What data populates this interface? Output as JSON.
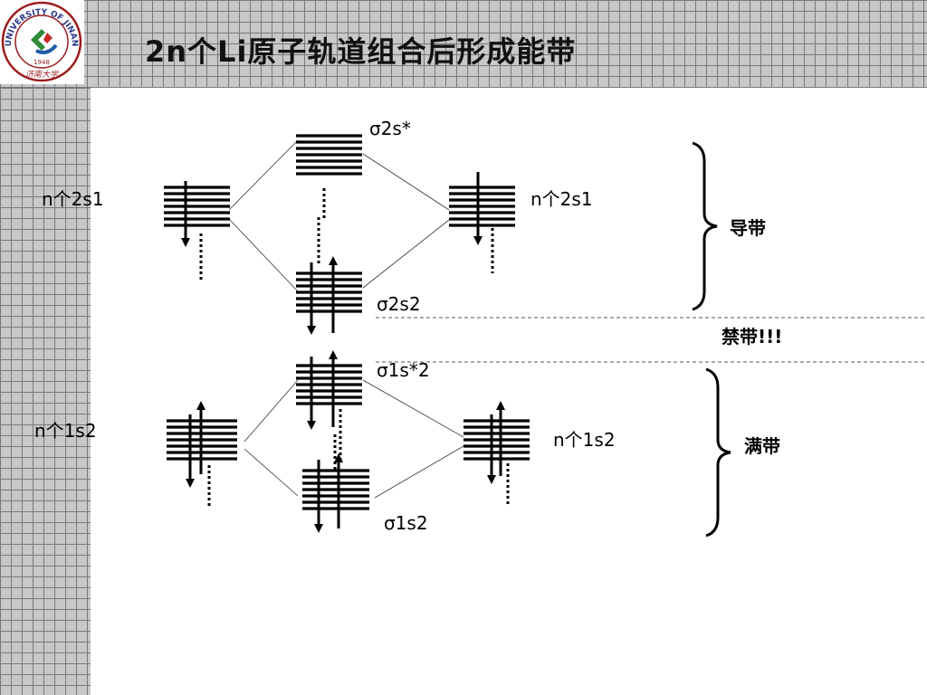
{
  "logo": {
    "ring_text": "UNIVERSITY OF JINAN",
    "year": "1948",
    "motto": "济南大学"
  },
  "title": "2n个Li原子轨道组合后形成能带",
  "labels": {
    "sigma_2s_star": "σ2s*",
    "left_2s": "n个2s1",
    "right_2s": "n个2s1",
    "sigma_2s": "σ2s2",
    "sigma_1s_star": "σ1s*2",
    "left_1s": "n个1s2",
    "right_1s": "n个1s2",
    "sigma_1s": "σ1s2"
  },
  "bands": {
    "conduction": "导带",
    "gap": "禁带!!!",
    "valence": "满带"
  }
}
